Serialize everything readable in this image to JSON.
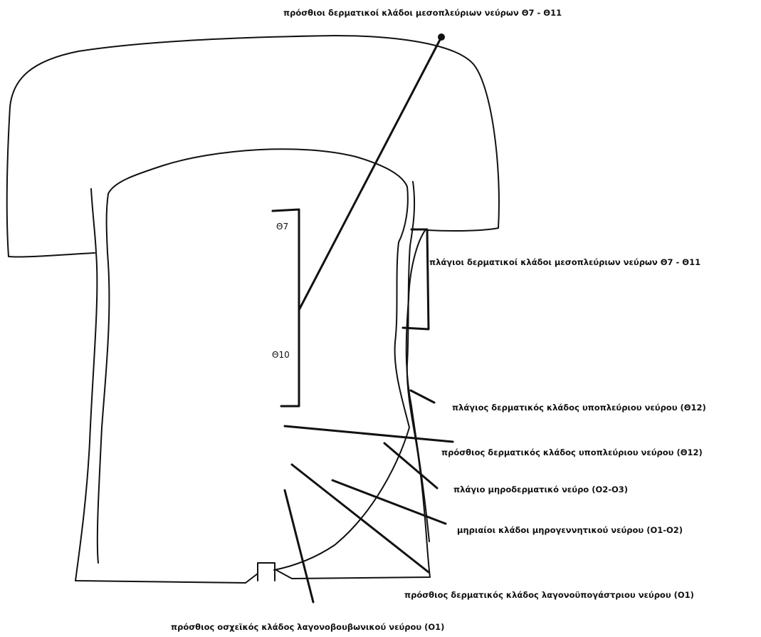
{
  "labels": {
    "anterior_intercostal": "πρόσθιοι δερματικοί κλάδοι μεσοπλεύριων νεύρων Θ7 - Θ11",
    "lateral_intercostal": "πλάγιοι δερματικοί κλάδοι μεσοπλεύριων νεύρων Θ7 - Θ11",
    "lateral_subcostal": "πλάγιος δερματικός κλάδος υποπλεύριου νεύρου (Θ12)",
    "anterior_subcostal": "πρόσθιος δερματικός κλάδος υποπλεύριου νεύρου (Θ12)",
    "lateral_femoral_cutaneous": "πλάγιο μηροδερματικό νεύρο (Ο2-Ο3)",
    "genitofemoral_femoral_branches": "μηριαίοι κλάδοι μηρογεννητικού νεύρου (Ο1-Ο2)",
    "iliohypogastric_anterior": "πρόσθιος δερματικός κλάδος λαγονοϋπογάστριου νεύρου (Ο1)",
    "ilioinguinal_scrotal": "πρόσθιος οσχεϊκός κλάδος λαγονοβουβωνικού νεύρου (Ο1)"
  },
  "markers": {
    "t7": "Θ7",
    "t10": "Θ10"
  }
}
